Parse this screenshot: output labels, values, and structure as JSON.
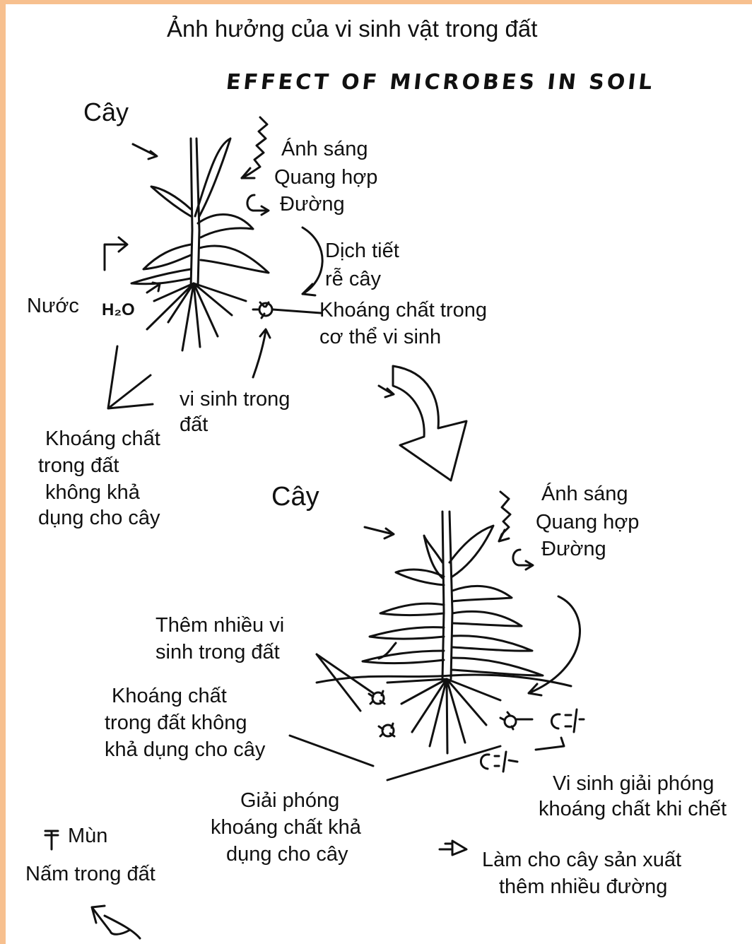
{
  "title_vi": "Ảnh hưởng của vi sinh vật trong đất",
  "title_en_handwritten": "EFFECT OF MICROBES IN SOIL",
  "top": {
    "plant": "Cây",
    "light": "Ánh sáng",
    "photosynthesis": "Quang hợp",
    "sugar": "Đường",
    "root_exudates_1": "Dịch tiết",
    "root_exudates_2": "rễ cây",
    "water": "Nước",
    "water_formula": "H₂O",
    "mineral_microbe_1": "Khoáng chất trong",
    "mineral_microbe_2": "cơ thể vi sinh",
    "soil_microbe_1": "vi sinh trong",
    "soil_microbe_2": "đất",
    "unavailable_1": "Khoáng chất",
    "unavailable_2": "trong đất",
    "unavailable_3": "không khả",
    "unavailable_4": "dụng cho cây"
  },
  "bottom": {
    "plant": "Cây",
    "light": "Ánh sáng",
    "photosynthesis": "Quang hợp",
    "sugar": "Đường",
    "more_microbes_1": "Thêm nhiều vi",
    "more_microbes_2": "sinh trong đất",
    "unavailable_1": "Khoáng chất",
    "unavailable_2": "trong đất không",
    "unavailable_3": "khả dụng cho cây",
    "release_1": "Giải phóng",
    "release_2": "khoáng chất khả",
    "release_3": "dụng cho cây",
    "microbe_die_1": "Vi sinh giải phóng",
    "microbe_die_2": "khoáng chất khi chết",
    "more_sugar_1": "Làm cho cây sản xuất",
    "more_sugar_2": "thêm nhiều đường"
  },
  "legend": {
    "humus": "Mùn",
    "fungi": "Nấm trong đất"
  },
  "colors": {
    "frame": "#f7c08f",
    "ink": "#111111"
  }
}
